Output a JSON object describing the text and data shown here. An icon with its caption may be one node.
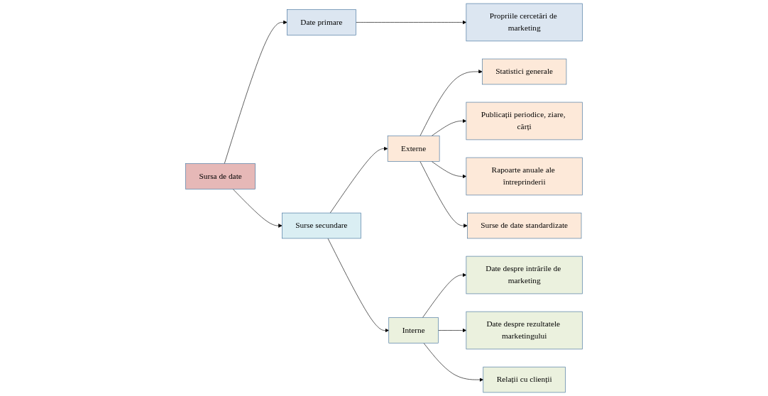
{
  "diagram": {
    "nodes": [
      {
        "text": [
          "Sursa de date"
        ]
      },
      {
        "text": [
          "Date primare"
        ]
      },
      {
        "text": [
          "Propriile cercetări de marketing"
        ]
      },
      {
        "text": [
          "Surse secundare"
        ]
      },
      {
        "text": [
          "Externe"
        ]
      },
      {
        "text": [
          "Interne"
        ]
      },
      {
        "text": [
          "Statistici generale"
        ]
      },
      {
        "text": [
          "Publicații periodice, ziare, cărți"
        ]
      },
      {
        "text": [
          "Rapoarte anuale ale întreprinderii"
        ]
      },
      {
        "text": [
          "Surse de date standardizate"
        ]
      },
      {
        "text": [
          "Date despre intrările de marketing"
        ]
      },
      {
        "text": [
          "Date despre rezultatele marketingului"
        ]
      },
      {
        "text": [
          "Relații cu clienții"
        ]
      }
    ],
    "edges": [
      {
        "from": 0,
        "to": 1,
        "arrow": "to"
      },
      {
        "from": 1,
        "to": 2,
        "arrow": "to"
      },
      {
        "from": 0,
        "to": 3,
        "arrow": "to"
      },
      {
        "from": 3,
        "to": 4,
        "arrow": "to"
      },
      {
        "from": 3,
        "to": 5,
        "arrow": "to"
      },
      {
        "from": 4,
        "to": 6,
        "arrow": "to"
      },
      {
        "from": 4,
        "to": 7,
        "arrow": "to"
      },
      {
        "from": 4,
        "to": 8,
        "arrow": "to"
      },
      {
        "from": 4,
        "to": 9,
        "arrow": "to"
      },
      {
        "from": 5,
        "to": 10,
        "arrow": "to"
      },
      {
        "from": 5,
        "to": 11,
        "arrow": "to"
      },
      {
        "from": 5,
        "to": 12,
        "arrow": "to"
      }
    ]
  }
}
